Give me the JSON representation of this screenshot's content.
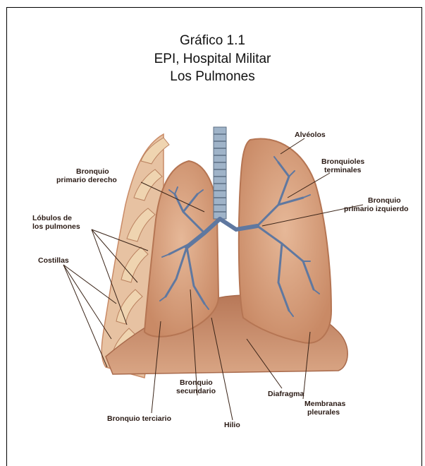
{
  "caption": {
    "line1": "Gráfico 1.1",
    "line2": "EPI, Hospital Militar",
    "line3": "Los Pulmones"
  },
  "labels": {
    "alveolos": "Alvéolos",
    "bronquiolos_1": "Bronquioles",
    "bronquiolos_2": "terminales",
    "bronquio_izq_1": "Bronquio",
    "bronquio_izq_2": "primario izquierdo",
    "bronquio_der_1": "Bronquio",
    "bronquio_der_2": "primario derecho",
    "lobulos_1": "Lóbulos de",
    "lobulos_2": "los pulmones",
    "costillas": "Costillas",
    "bronquio_sec_1": "Bronquio",
    "bronquio_sec_2": "secundario",
    "diafragma": "Diafragma",
    "membranas_1": "Membranas",
    "membranas_2": "pleurales",
    "bronquio_terciario": "Bronquio terciario",
    "hilio": "Hilio"
  },
  "colors": {
    "lung_tissue": "#d9a584",
    "lung_outline": "#c98a66",
    "bronchi": "#5f78a0",
    "trachea": "#8aa0b8",
    "diaphragm": "#c99070",
    "ribs": "#e8c9a0",
    "leader_line": "#3a2418"
  }
}
